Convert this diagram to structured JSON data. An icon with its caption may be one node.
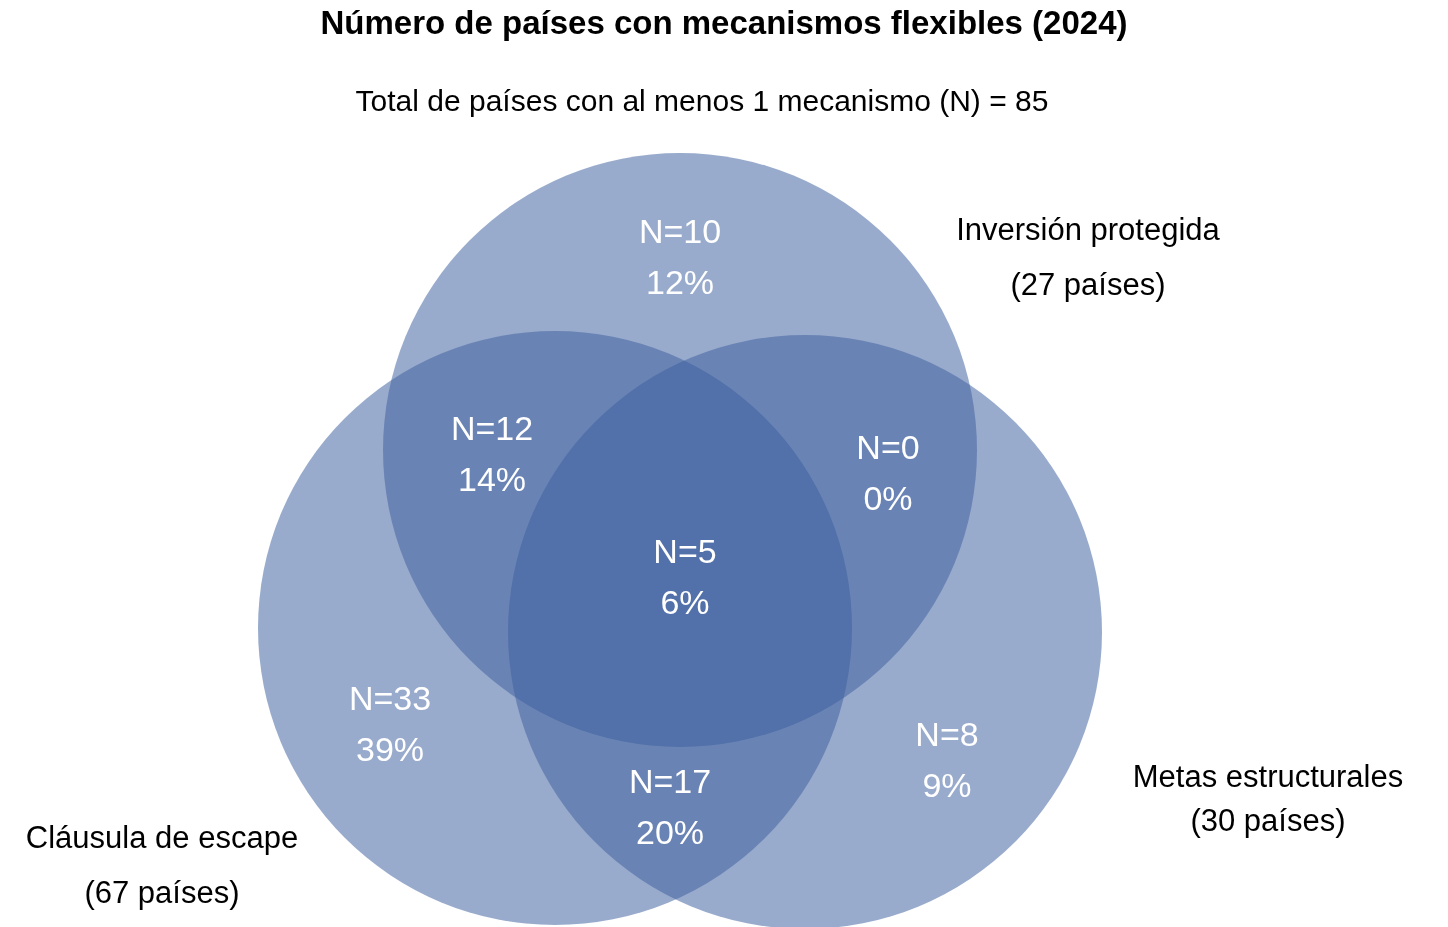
{
  "diagram": {
    "title": "Número de países con mecanismos flexibles (2024)",
    "nodes": [
      {
        "text": [
          "Inversión protegida (27 países)"
        ]
      },
      {
        "text": [
          "Cláusula de escape (67 países)"
        ]
      },
      {
        "text": [
          "Metas estructurales (30 países)"
        ]
      }
    ],
    "labels": [
      "Total de países con al menos 1 mecanismo (N) = 85",
      "N=10",
      "12%",
      "N=12",
      "14%",
      "N=0",
      "0%",
      "N=5",
      "6%",
      "N=33",
      "39%",
      "N=8",
      "9%",
      "N=17",
      "20%"
    ]
  }
}
